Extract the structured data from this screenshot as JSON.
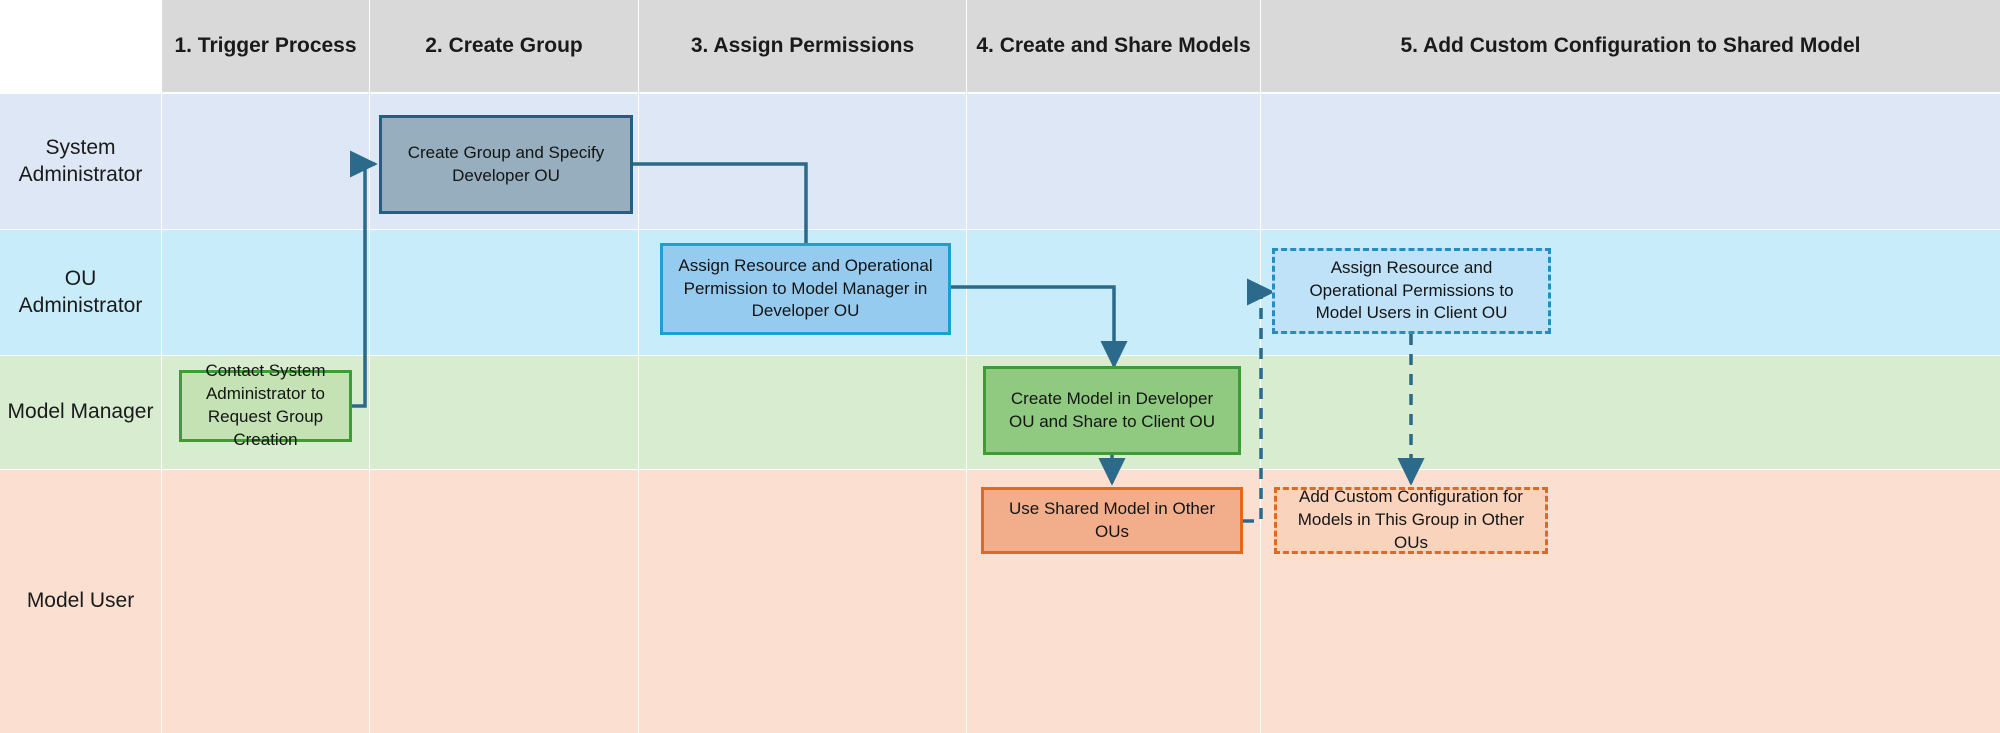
{
  "diagram": {
    "title": "Model Sharing Permission Workflow Swimlane",
    "type": "swimlane-flowchart"
  },
  "colors": {
    "header_fill": "#d9d9d9",
    "lane_system_administrator": "#dde7f5",
    "lane_ou_administrator": "#c9ecfb",
    "lane_model_manager": "#d8ecd0",
    "lane_model_user": "#fbe0d2",
    "node_steel_fill": "#96aebd",
    "node_steel_border": "#1f6183",
    "node_blue_fill": "#96cbf0",
    "node_blue_border": "#1f9fd0",
    "node_green_fill": "#8fca80",
    "node_green_border": "#3f9c35",
    "node_orange_fill": "#f2ae8b",
    "node_orange_border": "#e2671f",
    "connector": "#2b6a8a"
  },
  "columns": [
    {
      "id": "col-corner",
      "label": ""
    },
    {
      "id": "col-1",
      "label": "1. Trigger Process"
    },
    {
      "id": "col-2",
      "label": "2. Create Group"
    },
    {
      "id": "col-3",
      "label": "3. Assign Permissions"
    },
    {
      "id": "col-4",
      "label": "4. Create and Share Models"
    },
    {
      "id": "col-5",
      "label": "5. Add Custom Configuration to Shared Model"
    }
  ],
  "lanes": [
    {
      "id": "lane-system-administrator",
      "label": "System Administrator"
    },
    {
      "id": "lane-ou-administrator",
      "label": "OU Administrator"
    },
    {
      "id": "lane-model-manager",
      "label": "Model Manager"
    },
    {
      "id": "lane-model-user",
      "label": "Model User"
    }
  ],
  "nodes": [
    {
      "id": "node-create-group",
      "label": "Create Group and Specify Developer OU",
      "lane": "System Administrator",
      "column": "2. Create Group",
      "style": "solid",
      "fill": "#96aebd",
      "border": "#1f6183"
    },
    {
      "id": "node-assign-permission-developer",
      "label": "Assign Resource and Operational Permission to Model Manager in Developer OU",
      "lane": "OU Administrator",
      "column": "3. Assign Permissions",
      "style": "solid",
      "fill": "#96cbf0",
      "border": "#1f9fd0"
    },
    {
      "id": "node-assign-permissions-client",
      "label": "Assign Resource and Operational Permissions to Model Users in Client OU",
      "lane": "OU Administrator",
      "column": "5. Add Custom Configuration to Shared Model",
      "style": "dashed",
      "fill": "#bfe2f8",
      "border": "#1f8fc4"
    },
    {
      "id": "node-contact-system-administrator",
      "label": "Contact System Administrator to Request Group Creation",
      "lane": "Model Manager",
      "column": "1. Trigger Process",
      "style": "solid",
      "fill": "#c4e2b4",
      "border": "#3f9c35"
    },
    {
      "id": "node-create-model",
      "label": "Create Model in Developer OU and Share to Client OU",
      "lane": "Model Manager",
      "column": "4. Create and Share Models",
      "style": "solid",
      "fill": "#8fca80",
      "border": "#3f9c35"
    },
    {
      "id": "node-use-shared-model",
      "label": "Use Shared Model in Other OUs",
      "lane": "Model User",
      "column": "4. Create and Share Models",
      "style": "solid",
      "fill": "#f2ae8b",
      "border": "#e2671f"
    },
    {
      "id": "node-add-custom-configuration",
      "label": "Add Custom Configuration for Models in This Group in Other OUs",
      "lane": "Model User",
      "column": "5. Add Custom Configuration to Shared Model",
      "style": "dashed",
      "fill": "#fad3bd",
      "border": "#e2671f"
    }
  ],
  "connectors": [
    {
      "id": "conn-contact-to-create-group",
      "from": "node-contact-system-administrator",
      "to": "node-create-group",
      "style": "solid",
      "arrow": true
    },
    {
      "id": "conn-create-group-to-assign-permission",
      "from": "node-create-group",
      "to": "node-assign-permission-developer",
      "style": "solid",
      "arrow": true
    },
    {
      "id": "conn-assign-permission-to-create-model",
      "from": "node-assign-permission-developer",
      "to": "node-create-model",
      "style": "solid",
      "arrow": true
    },
    {
      "id": "conn-create-model-to-use-shared-model",
      "from": "node-create-model",
      "to": "node-use-shared-model",
      "style": "solid",
      "arrow": true
    },
    {
      "id": "conn-use-shared-model-to-assign-permissions-client",
      "from": "node-use-shared-model",
      "to": "node-assign-permissions-client",
      "style": "dashed",
      "arrow": true
    },
    {
      "id": "conn-assign-permissions-client-to-add-custom-configuration",
      "from": "node-assign-permissions-client",
      "to": "node-add-custom-configuration",
      "style": "dashed",
      "arrow": true
    }
  ]
}
